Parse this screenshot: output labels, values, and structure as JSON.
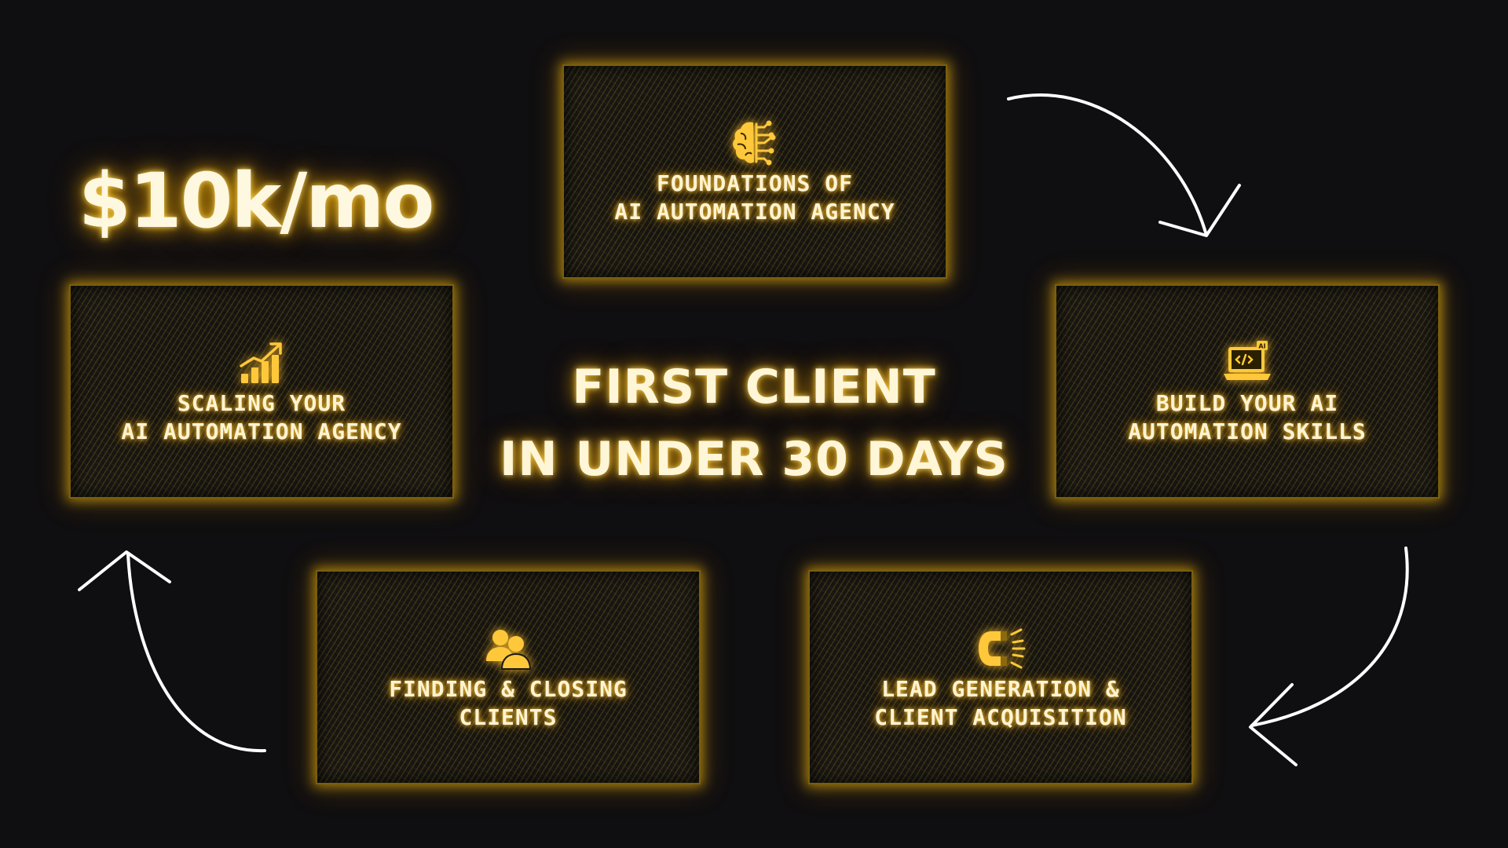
{
  "income_label": "$10k/mo",
  "center": {
    "line1": "FIRST CLIENT",
    "line2": "IN UNDER 30 DAYS"
  },
  "cards": {
    "foundations": {
      "line1": "FOUNDATIONS OF",
      "line2": "AI AUTOMATION AGENCY",
      "icon": "brain-circuit-icon"
    },
    "skills": {
      "line1": "BUILD YOUR AI",
      "line2": "AUTOMATION SKILLS",
      "icon": "laptop-code-icon"
    },
    "leadgen": {
      "line1": "LEAD GENERATION &",
      "line2": "CLIENT ACQUISITION",
      "icon": "magnet-icon"
    },
    "closing": {
      "line1": "FINDING & CLOSING",
      "line2": "CLIENTS",
      "icon": "users-icon"
    },
    "scaling": {
      "line1": "SCALING YOUR",
      "line2": "AI AUTOMATION AGENCY",
      "icon": "growth-chart-icon"
    }
  },
  "colors": {
    "background": "#0f0e10",
    "glow": "#ffc414",
    "text": "#fff4d4",
    "arrow": "#ffffff"
  }
}
